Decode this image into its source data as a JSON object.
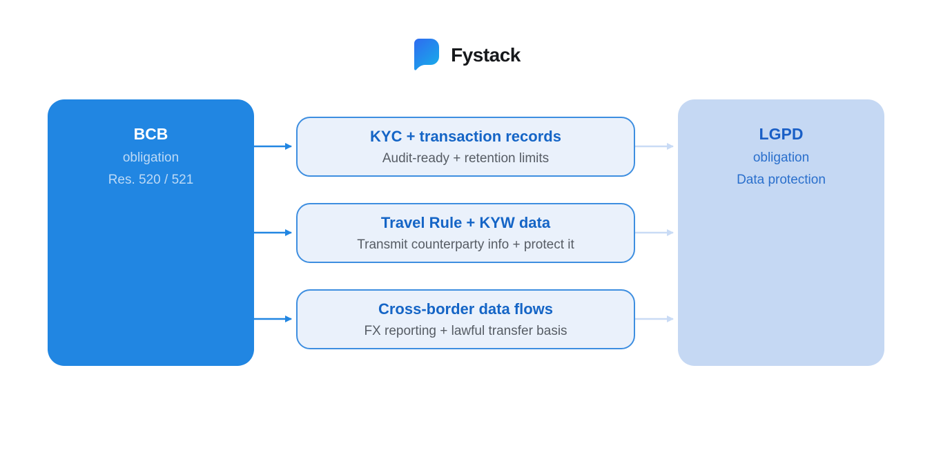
{
  "brand": {
    "name": "Fystack"
  },
  "nodes": {
    "left": {
      "title": "BCB",
      "subtitle": "obligation",
      "detail": "Res. 520 / 521"
    },
    "middle": [
      {
        "title": "KYC + transaction records",
        "subtitle": "Audit-ready + retention limits"
      },
      {
        "title": "Travel Rule + KYW data",
        "subtitle": "Transmit counterparty info + protect it"
      },
      {
        "title": "Cross-border data flows",
        "subtitle": "FX reporting + lawful transfer basis"
      }
    ],
    "right": {
      "title": "LGPD",
      "subtitle": "obligation",
      "detail": "Data protection"
    }
  },
  "colors": {
    "primary_blue": "#2186E2",
    "light_panel_blue": "#C5D8F3",
    "mid_box_fill": "#EAF1FB",
    "mid_box_border": "#3D8EE0",
    "mid_title_blue": "#1565C6",
    "mid_subtitle_gray": "#565C64",
    "left_secondary_text": "#BDDAF6",
    "right_title_blue": "#1A5FC6",
    "right_secondary_text": "#2A6FCC",
    "right_arrow_blue": "#C9DBF5",
    "logo_text_color": "#17191C",
    "logo_gradient_start": "#2F6BF0",
    "logo_gradient_end": "#19A8EA"
  }
}
